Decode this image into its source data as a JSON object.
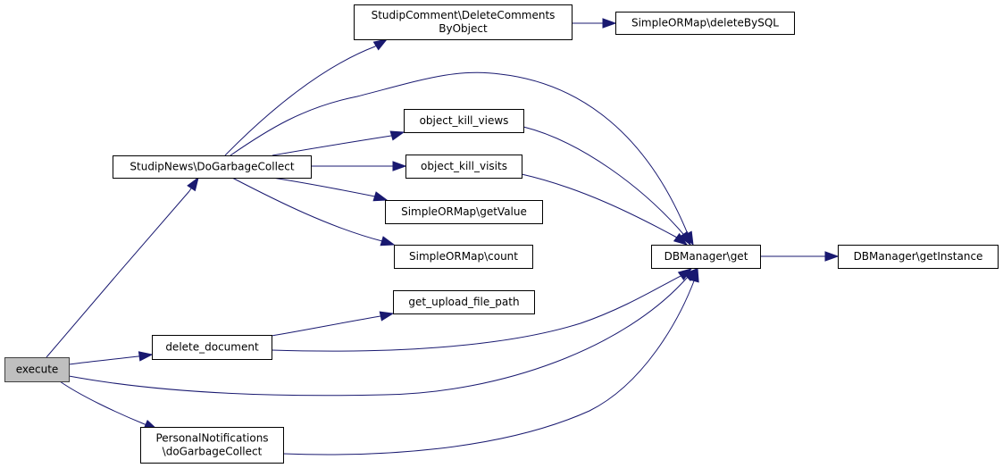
{
  "diagram": {
    "type": "call-graph",
    "root": "execute",
    "colors": {
      "edge": "#191970",
      "root_fill": "#bfbfbf",
      "node_fill": "#ffffff",
      "node_border": "#000000"
    },
    "nodes": [
      {
        "id": "execute",
        "lines": [
          "execute"
        ]
      },
      {
        "id": "studipnews_dogc",
        "lines": [
          "StudipNews\\DoGarbageCollect"
        ]
      },
      {
        "id": "delete_document",
        "lines": [
          "delete_document"
        ]
      },
      {
        "id": "personal_notifications_dogc",
        "lines": [
          "PersonalNotifications",
          "\\doGarbageCollect"
        ]
      },
      {
        "id": "studipcomment_delete",
        "lines": [
          "StudipComment\\DeleteComments",
          "ByObject"
        ]
      },
      {
        "id": "object_kill_views",
        "lines": [
          "object_kill_views"
        ]
      },
      {
        "id": "object_kill_visits",
        "lines": [
          "object_kill_visits"
        ]
      },
      {
        "id": "simpleormap_getvalue",
        "lines": [
          "SimpleORMap\\getValue"
        ]
      },
      {
        "id": "simpleormap_count",
        "lines": [
          "SimpleORMap\\count"
        ]
      },
      {
        "id": "get_upload_file_path",
        "lines": [
          "get_upload_file_path"
        ]
      },
      {
        "id": "simpleormap_deletebysql",
        "lines": [
          "SimpleORMap\\deleteBySQL"
        ]
      },
      {
        "id": "dbmanager_get",
        "lines": [
          "DBManager\\get"
        ]
      },
      {
        "id": "dbmanager_getinstance",
        "lines": [
          "DBManager\\getInstance"
        ]
      }
    ],
    "edges": [
      {
        "from": "execute",
        "to": "studipnews_dogc"
      },
      {
        "from": "execute",
        "to": "delete_document"
      },
      {
        "from": "execute",
        "to": "dbmanager_get"
      },
      {
        "from": "execute",
        "to": "personal_notifications_dogc"
      },
      {
        "from": "studipnews_dogc",
        "to": "studipcomment_delete"
      },
      {
        "from": "studipnews_dogc",
        "to": "dbmanager_get"
      },
      {
        "from": "studipnews_dogc",
        "to": "object_kill_views"
      },
      {
        "from": "studipnews_dogc",
        "to": "object_kill_visits"
      },
      {
        "from": "studipnews_dogc",
        "to": "simpleormap_getvalue"
      },
      {
        "from": "studipnews_dogc",
        "to": "simpleormap_count"
      },
      {
        "from": "studipcomment_delete",
        "to": "simpleormap_deletebysql"
      },
      {
        "from": "object_kill_views",
        "to": "dbmanager_get"
      },
      {
        "from": "object_kill_visits",
        "to": "dbmanager_get"
      },
      {
        "from": "delete_document",
        "to": "get_upload_file_path"
      },
      {
        "from": "delete_document",
        "to": "dbmanager_get"
      },
      {
        "from": "personal_notifications_dogc",
        "to": "dbmanager_get"
      },
      {
        "from": "dbmanager_get",
        "to": "dbmanager_getinstance"
      }
    ]
  }
}
